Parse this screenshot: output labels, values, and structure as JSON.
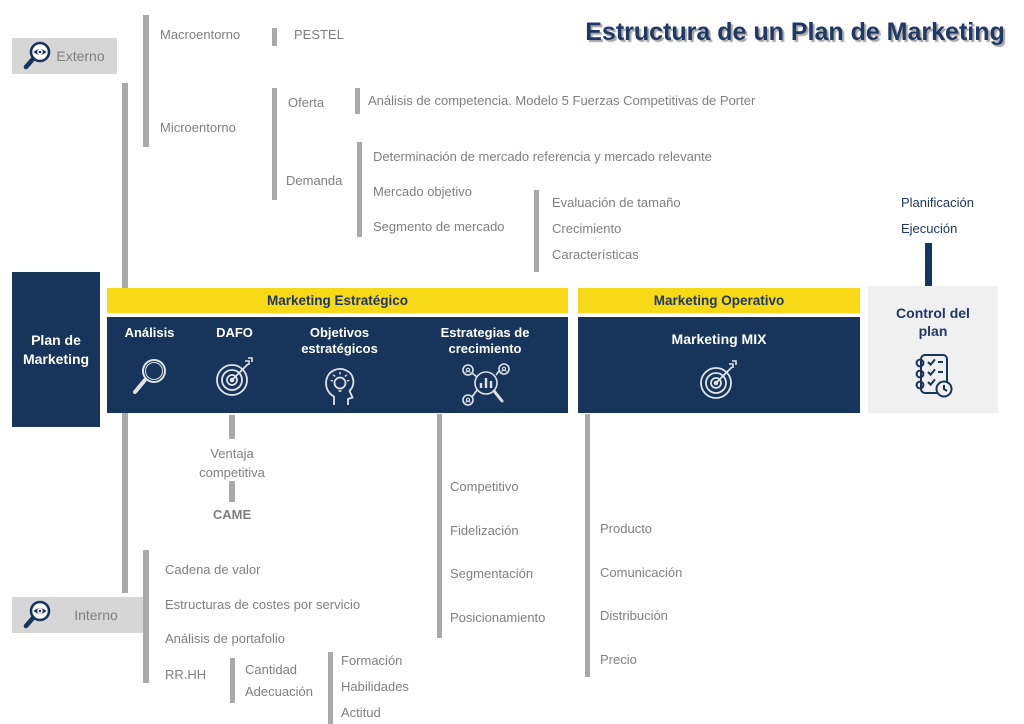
{
  "title": "Estructura de un Plan de Marketing",
  "colors": {
    "navy": "#17345a",
    "navy_text": "#1f3864",
    "yellow": "#f7d917",
    "connector_gray": "#a9a9a9",
    "gray_text": "#7f7f7f",
    "eyebox_gray": "#d6d6d6",
    "control_gray": "#f0f0f0"
  },
  "plan": {
    "label": "Plan de Marketing"
  },
  "externo": {
    "label": "Externo",
    "icon": "magnifier-eye-icon",
    "macro": {
      "label": "Macroentorno",
      "tool": "PESTEL"
    },
    "micro": {
      "label": "Microentorno",
      "oferta": {
        "label": "Oferta",
        "analysis": "Análisis de competencia. Modelo 5 Fuerzas Competitivas de Porter"
      },
      "demanda": {
        "label": "Demanda",
        "items": [
          "Determinación de mercado referencia y mercado relevante",
          "Mercado objetivo",
          "Segmento de mercado"
        ],
        "segment_details": [
          "Evaluación de tamaño",
          "Crecimiento",
          "Características"
        ]
      }
    }
  },
  "strategic": {
    "header": "Marketing Estratégico",
    "columns": [
      {
        "label": "Análisis",
        "icon": "magnifier-icon"
      },
      {
        "label": "DAFO",
        "icon": "target-dart-icon"
      },
      {
        "label": "Objetivos estratégicos",
        "icon": "head-bulb-icon"
      },
      {
        "label": "Estrategias de crecimiento",
        "icon": "growth-network-icon"
      }
    ]
  },
  "operative": {
    "header": "Marketing Operativo",
    "box": "Marketing MIX",
    "icon": "target-dart-icon"
  },
  "control": {
    "label": "Control del plan",
    "icon": "checklist-clock-icon",
    "planning": "Planificación",
    "execution": "Ejecución"
  },
  "analysis_branch": {
    "advantage": "Ventaja competitiva",
    "came": "CAME"
  },
  "growth_strategies": [
    "Competitivo",
    "Fidelización",
    "Segmentación",
    "Posicionamiento"
  ],
  "mix_elements": [
    "Producto",
    "Comunicación",
    "Distribución",
    "Precio"
  ],
  "interno": {
    "label": "Interno",
    "icon": "magnifier-eye-icon",
    "items": [
      "Cadena de valor",
      "Estructuras de costes por servicio",
      "Análisis de portafolio",
      "RR.HH"
    ],
    "rrhh_items": [
      "Cantidad",
      "Adecuación"
    ],
    "adequacy_items": [
      "Formación",
      "Habilidades",
      "Actitud"
    ]
  }
}
